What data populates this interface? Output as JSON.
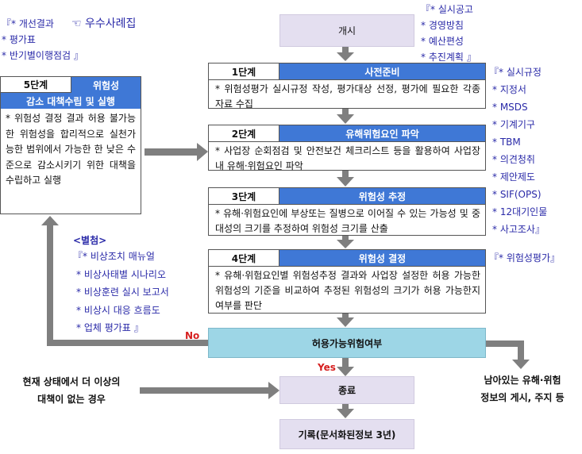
{
  "top_left_note": {
    "lines": [
      "『* 개선결과",
      "* 평가표",
      "* 반기별이행점검 』"
    ],
    "highlight_icon": "pointing-hand-icon",
    "highlight_text": "우수사례집"
  },
  "top_right_note": [
    "『* 실시공고",
    "* 경영방침",
    "* 예산편성",
    "* 추진계획 』"
  ],
  "start_box": "개시",
  "steps": [
    {
      "label": "1단계",
      "title": "사전준비",
      "body": "* 위험성평가 실시규정 작성, 평가대상 선정, 평가에 필요한 각종 자료 수집"
    },
    {
      "label": "2단계",
      "title": "유해위험요인 파악",
      "body": "* 사업장 순회점검 및 안전보건 체크리스트 등을 활용하여 사업장 내 유해·위험요인 파악"
    },
    {
      "label": "3단계",
      "title": "위험성 추정",
      "body": "* 유해·위험요인에 부상또는 질병으로 이어질 수 있는 가능성 및 중대성의 크기를 추정하여 위험성 크기를 산출"
    },
    {
      "label": "4단계",
      "title": "위험성 결정",
      "body": "* 유해·위험요인별 위험성추정 결과와 사업장 설정한 허용 가능한 위험성의 기준을 비교하여 추정된 위험성의 크기가 허용 가능한지 여부를 판단"
    }
  ],
  "step5": {
    "label": "5단계",
    "title": "위험성",
    "subtitle": "감소 대책수립 및 실행",
    "body": "* 위험성 결정 결과 허용 불가능한 위험성을 합리적으로 실천가능한 범위에서 가능한 한 낮은 수준으로 감소시키기 위한 대책을 수립하고 실행"
  },
  "right_note_step2": [
    "『* 실시규정",
    "* 지정서",
    "* MSDS",
    "* 기계기구",
    "* TBM",
    "* 의견청취",
    "* 제안제도",
    "* SIF(OPS)",
    "* 12대기인물",
    "* 사고조사』"
  ],
  "right_note_step4": "『* 위험성평가』",
  "annex": {
    "title": "<별첨>",
    "lines": [
      "『* 비상조치 매뉴얼",
      "* 비상사태별 시나리오",
      "* 비상훈련 실시 보고서",
      "* 비상시 대응 흐름도",
      "* 업체 평가표 』"
    ]
  },
  "decision": "허용가능위험여부",
  "no_label": "No",
  "yes_label": "Yes",
  "left_bottom_text": [
    "현재 상태에서 더 이상의",
    "대책이 없는 경우"
  ],
  "end_box": "종료",
  "record_box": "기록(문서화된정보 3년)",
  "right_bottom_text": [
    "남아있는 유해·위험",
    "정보의 게시, 주지 등"
  ],
  "colors": {
    "step_header": "#3f78d6",
    "decision_fill": "#9dd6e6",
    "grey_box": "#e4dff0",
    "arrow": "#7f7f7f",
    "note_text": "#2a2aa8",
    "no_yes": "#d62020"
  }
}
